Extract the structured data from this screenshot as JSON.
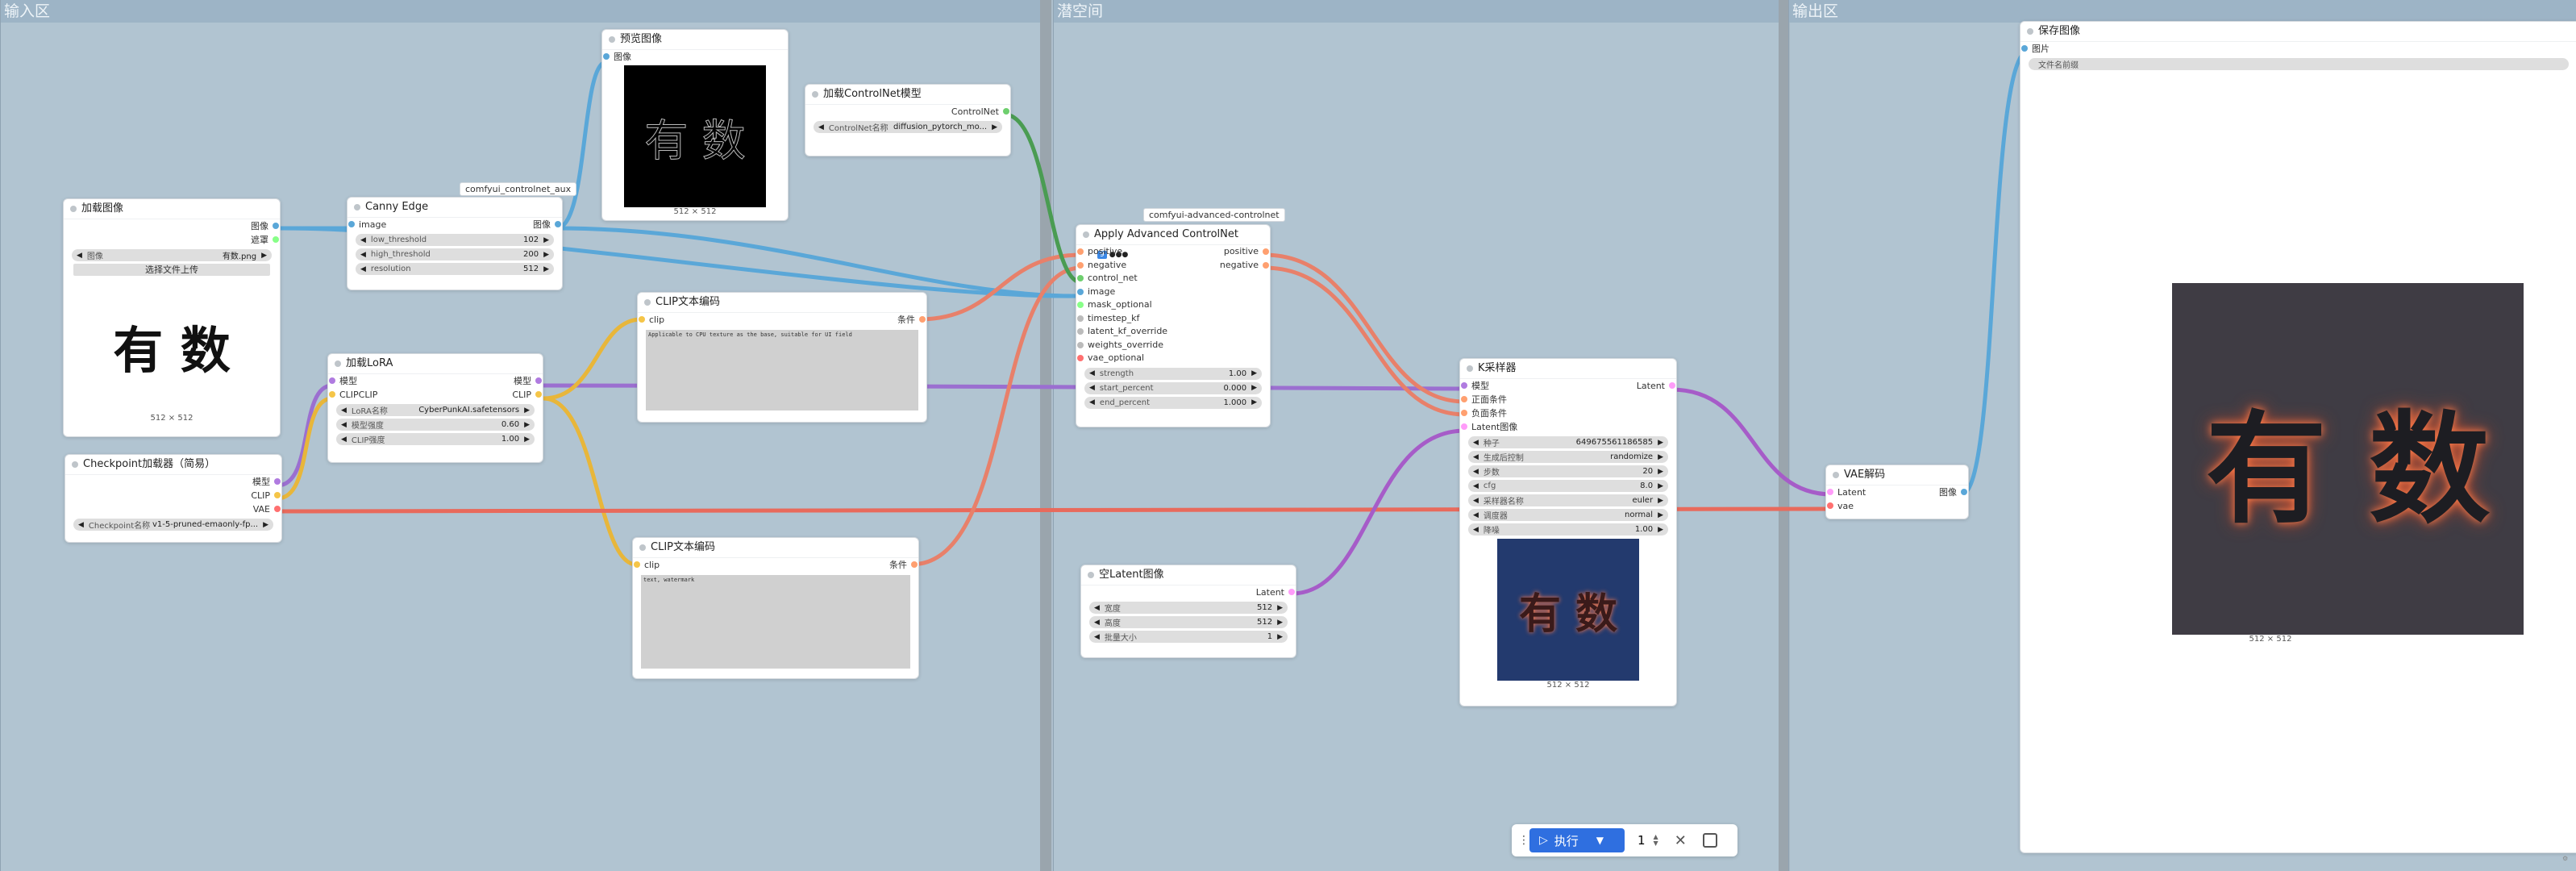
{
  "groups": {
    "input": "输入区",
    "latent": "潜空间",
    "output": "输出区"
  },
  "node_tags": {
    "canny": "comfyui_controlnet_aux",
    "apply": "comfyui-advanced-controlnet"
  },
  "load_image": {
    "title": "加载图像",
    "out_image": "图像",
    "out_mask": "遮罩",
    "image_label": "图像",
    "image_value": "有数.png",
    "upload_button": "选择文件上传",
    "preview_text": "有 数",
    "caption": "512 × 512"
  },
  "checkpoint": {
    "title": "Checkpoint加载器（简易）",
    "out_model": "模型",
    "out_clip": "CLIP",
    "out_vae": "VAE",
    "ckpt_label": "Checkpoint名称",
    "ckpt_value": "v1-5-pruned-emaonly-fp..."
  },
  "canny": {
    "title": "Canny Edge",
    "in_image": "image",
    "out_image": "图像",
    "widgets": [
      {
        "label": "low_threshold",
        "value": "102"
      },
      {
        "label": "high_threshold",
        "value": "200"
      },
      {
        "label": "resolution",
        "value": "512"
      }
    ]
  },
  "preview": {
    "title": "预览图像",
    "in_image": "图像",
    "preview_text": "有 数",
    "caption": "512 × 512"
  },
  "lora": {
    "title": "加载LoRA",
    "in_model": "模型",
    "in_clip": "CLIPCLIP",
    "out_model": "模型",
    "out_clip": "CLIP",
    "widgets": [
      {
        "label": "LoRA名称",
        "value": "CyberPunkAI.safetensors"
      },
      {
        "label": "模型强度",
        "value": "0.60"
      },
      {
        "label": "CLIP强度",
        "value": "1.00"
      }
    ]
  },
  "controlnet_loader": {
    "title": "加载ControlNet模型",
    "out": "ControlNet",
    "label": "ControlNet名称",
    "value": "diffusion_pytorch_mo..."
  },
  "clip_pos": {
    "title": "CLIP文本编码",
    "in_clip": "clip",
    "out": "条件",
    "text": "Applicable to CPU texture as the base, suitable for UI field"
  },
  "clip_neg": {
    "title": "CLIP文本编码",
    "in_clip": "clip",
    "out": "条件",
    "text": "text, watermark"
  },
  "apply": {
    "title": "Apply Advanced ControlNet",
    "badge": "9",
    "inputs": [
      "positive",
      "negative",
      "control_net",
      "image",
      "mask_optional",
      "timestep_kf",
      "latent_kf_override",
      "weights_override",
      "vae_optional"
    ],
    "outputs": [
      "positive",
      "negative"
    ],
    "widgets": [
      {
        "label": "strength",
        "value": "1.00"
      },
      {
        "label": "start_percent",
        "value": "0.000"
      },
      {
        "label": "end_percent",
        "value": "1.000"
      }
    ]
  },
  "empty_latent": {
    "title": "空Latent图像",
    "out": "Latent",
    "widgets": [
      {
        "label": "宽度",
        "value": "512"
      },
      {
        "label": "高度",
        "value": "512"
      },
      {
        "label": "批量大小",
        "value": "1"
      }
    ]
  },
  "ksampler": {
    "title": "K采样器",
    "inputs": [
      "模型",
      "正面条件",
      "负面条件",
      "Latent图像"
    ],
    "out": "Latent",
    "widgets": [
      {
        "label": "种子",
        "value": "649675561186585"
      },
      {
        "label": "生成后控制",
        "value": "randomize"
      },
      {
        "label": "步数",
        "value": "20"
      },
      {
        "label": "cfg",
        "value": "8.0"
      },
      {
        "label": "采样器名称",
        "value": "euler"
      },
      {
        "label": "调度器",
        "value": "normal"
      },
      {
        "label": "降噪",
        "value": "1.00"
      }
    ],
    "preview_text": "有 数",
    "caption": "512 × 512"
  },
  "vae_decode": {
    "title": "VAE解码",
    "in_latent": "Latent",
    "in_vae": "vae",
    "out": "图像"
  },
  "save": {
    "title": "保存图像",
    "in_image": "图片",
    "prefix_label": "文件名前缀",
    "preview_text": "有 数",
    "caption": "512 × 512"
  },
  "toolbar": {
    "run_label": "执行",
    "batch_count": "1"
  },
  "corner": "⚙",
  "colors": {
    "model": "#b07be0",
    "clip": "#f5c548",
    "vae": "#ff7070",
    "image": "#5aa7d8",
    "latent": "#ff9cf9",
    "conditioning": "#ffa070",
    "controlnet": "#6ecf6e",
    "mask": "#88ff88"
  }
}
